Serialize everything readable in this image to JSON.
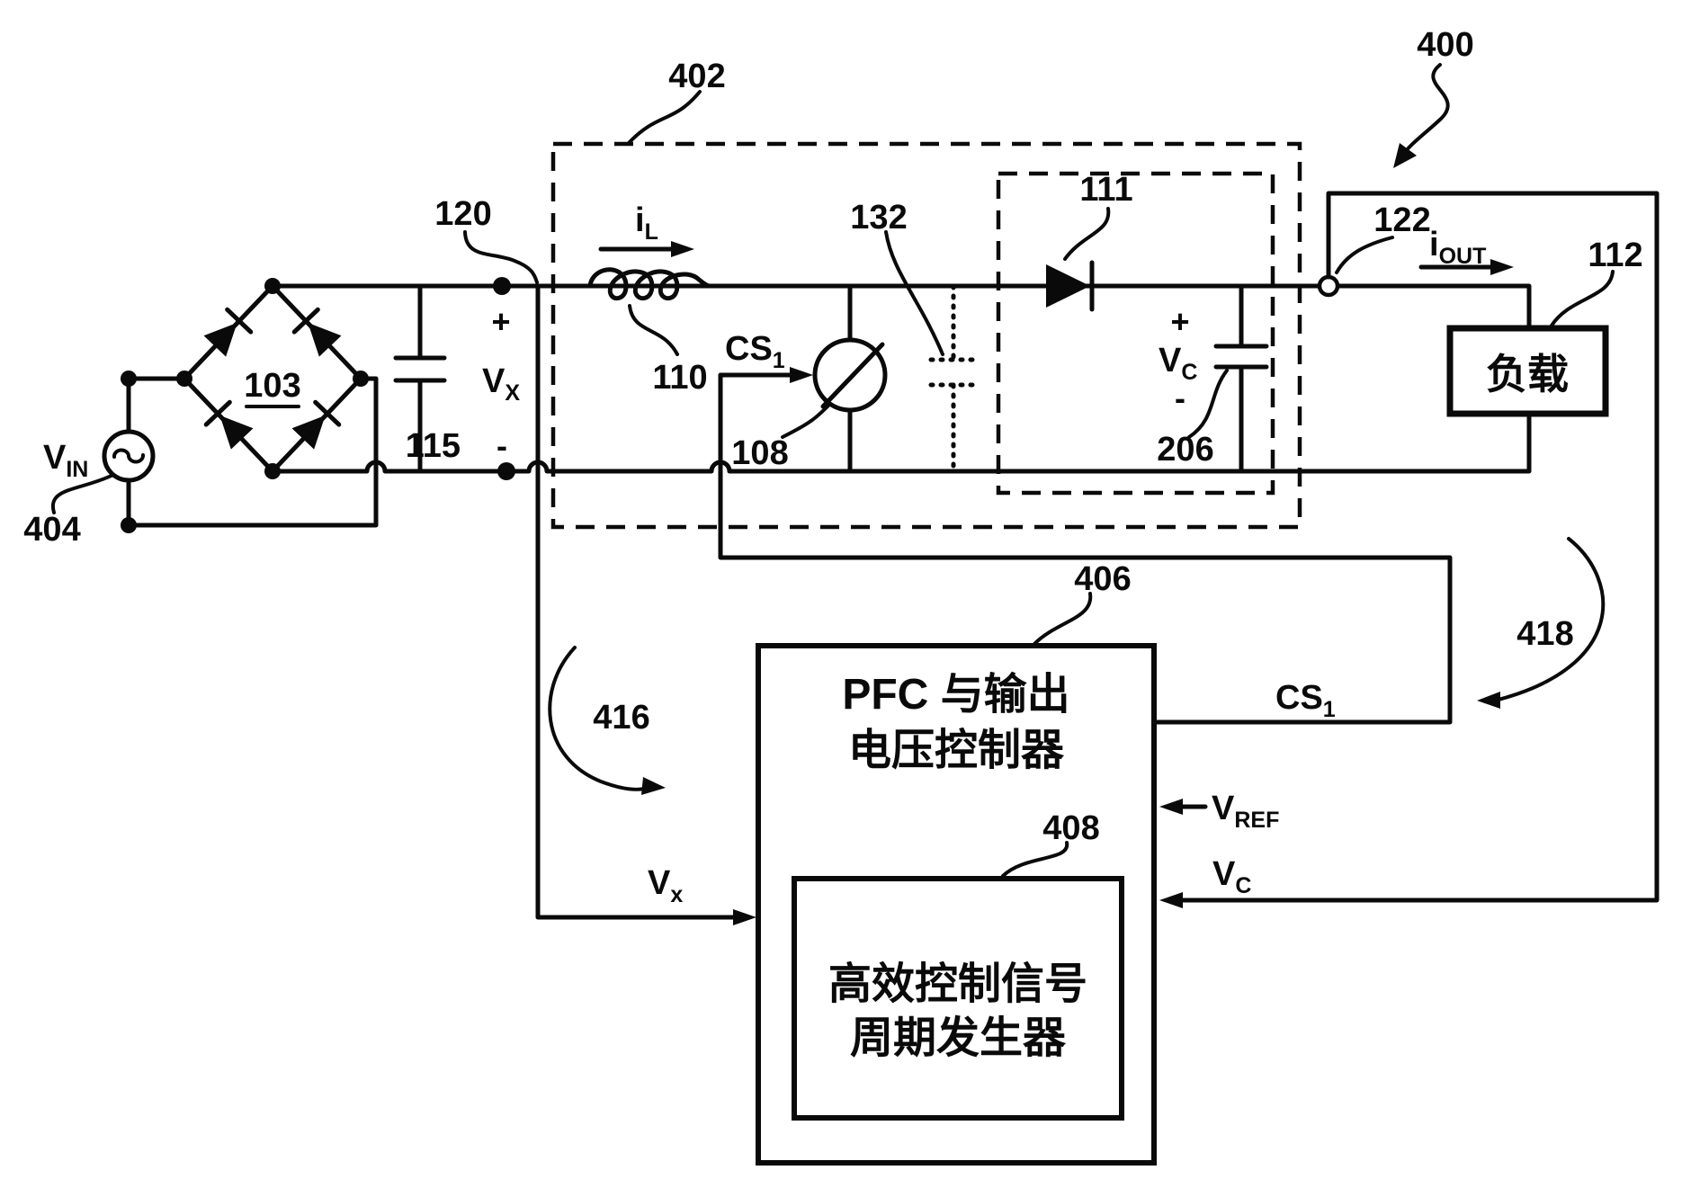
{
  "figure": {
    "type": "patent-circuit-diagram",
    "ink_color": "#0a0a0a",
    "background": "#ffffff",
    "reference_labels": {
      "r400": "400",
      "r402": "402",
      "r404": "404",
      "r103": "103",
      "r110": "110",
      "r108": "108",
      "r111": "111",
      "r112": "112",
      "r115": "115",
      "r120": "120",
      "r122": "122",
      "r132": "132",
      "r206": "206",
      "r406": "406",
      "r408": "408",
      "r416": "416",
      "r418": "418"
    },
    "signal_labels": {
      "vin": {
        "main": "V",
        "sub": "IN"
      },
      "vx_node": {
        "main": "V",
        "sub": "X"
      },
      "vx_fb": {
        "main": "V",
        "sub": "x"
      },
      "vc_cap": {
        "main": "V",
        "sub": "C"
      },
      "vc_fb": {
        "main": "V",
        "sub": "C"
      },
      "vref": {
        "main": "V",
        "sub": "REF"
      },
      "il": {
        "main": "i",
        "sub": "L"
      },
      "iout": {
        "main": "i",
        "sub": "OUT"
      },
      "cs1_switch": {
        "main": "CS",
        "sub": "1"
      },
      "cs1_fb": {
        "main": "CS",
        "sub": "1"
      }
    },
    "polarity": {
      "plus": "+",
      "minus": "-"
    },
    "blocks": {
      "controller": {
        "line1": "PFC 与输出",
        "line2": "电压控制器"
      },
      "generator": {
        "line1": "高效控制信号",
        "line2": "周期发生器"
      },
      "load": {
        "text": "负载"
      }
    }
  }
}
